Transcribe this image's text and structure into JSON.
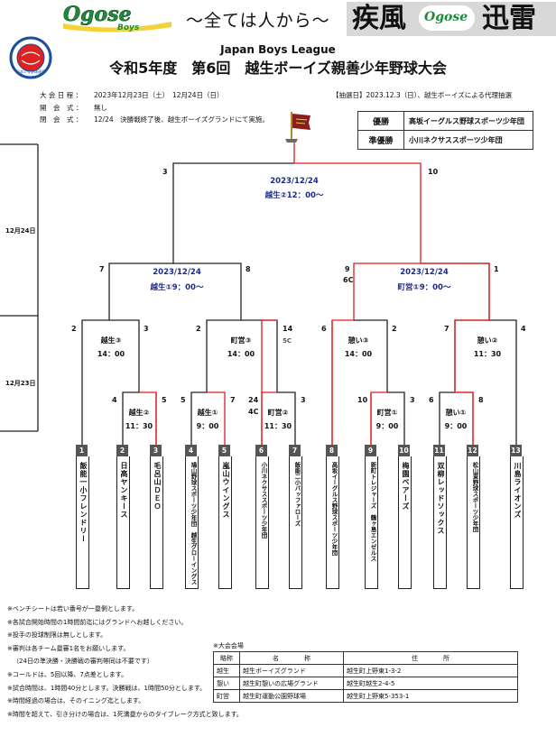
{
  "header": {
    "logo_text": "Ogose",
    "logo_sub": "Boys",
    "slogan": "〜全ては人から〜",
    "banner_left": "疾風",
    "banner_mid": "Ogose",
    "banner_right": "迅雷",
    "seal_text": "日本少年野球連盟",
    "league": "Japan Boys League",
    "title": "令和5年度　第6回　越生ボーイズ親善少年野球大会"
  },
  "info": {
    "date_label": "大 会 日 程 ：",
    "date_value": "2023年12月23日（土）　12月24日（日）",
    "opening_label": "開　会　式 ：",
    "opening_value": "無し",
    "closing_label": "閉　会　式 ：",
    "closing_value": "12/24　決勝戦終了後、越生ボーイズグランドにて実施。",
    "draw_note": "【抽選日】2023.12.3（日）、越生ボーイズによる代理抽選"
  },
  "winners": [
    {
      "key": "優勝",
      "value": "高坂イーグルス野球スポーツ少年団"
    },
    {
      "key": "準優勝",
      "value": "小川ネクサススポーツ少年団"
    }
  ],
  "days": {
    "d24": "12月24日",
    "d23": "12月23日"
  },
  "final": {
    "date": "2023/12/24",
    "venue": "越生②12：00〜",
    "left_score": "3",
    "right_score": "10"
  },
  "semis": [
    {
      "date": "2023/12/24",
      "venue": "越生①9：00〜",
      "left_score": "7",
      "right_score": "8"
    },
    {
      "date": "2023/12/24",
      "venue": "町営①9：00〜",
      "left_score": "9",
      "right_score": "1",
      "note": "6C"
    }
  ],
  "r2": [
    {
      "venue": "越生③",
      "time": "14：00",
      "left_score": "2",
      "right_score": "3"
    },
    {
      "venue": "町営③",
      "time": "14：00",
      "left_score": "2",
      "right_score": "14",
      "note": "5C"
    },
    {
      "venue": "憩い③",
      "time": "14：00",
      "left_score": "6",
      "right_score": "2"
    },
    {
      "venue": "憩い②",
      "time": "11：30",
      "left_score": "7",
      "right_score": "4"
    }
  ],
  "r1": [
    {
      "venue": "越生②",
      "time": "11：30",
      "left_score": "4",
      "right_score": "5"
    },
    {
      "venue": "越生①",
      "time": "9：00",
      "left_score": "5",
      "right_score": "7"
    },
    {
      "venue": "町営②",
      "time": "11：30",
      "left_score": "24",
      "right_score": "3",
      "note": "4C"
    },
    {
      "venue": "町営①",
      "time": "9：00",
      "left_score": "10",
      "right_score": "3"
    },
    {
      "venue": "憩い①",
      "time": "9：00",
      "left_score": "6",
      "right_score": "8"
    }
  ],
  "teams": [
    {
      "no": "1",
      "name": "飯能一小フレンドリー"
    },
    {
      "no": "2",
      "name": "日高ヤンキース"
    },
    {
      "no": "3",
      "name": "毛呂山ＤＥＯ"
    },
    {
      "no": "4",
      "name": "鳩山野球スポーツ少年団　越生グローイングス"
    },
    {
      "no": "5",
      "name": "嵐山ウイングス"
    },
    {
      "no": "6",
      "name": "小川ネクサススポーツ少年団"
    },
    {
      "no": "7",
      "name": "飯能二小バッファローズ"
    },
    {
      "no": "8",
      "name": "高坂イーグルス野球スポーツ少年団"
    },
    {
      "no": "9",
      "name": "新町トレジャーズ　鶴ヶ島エンゼルス"
    },
    {
      "no": "10",
      "name": "梅園ベアーズ"
    },
    {
      "no": "11",
      "name": "双柳レッドソックス"
    },
    {
      "no": "12",
      "name": "松山東野球スポーツ少年団"
    },
    {
      "no": "13",
      "name": "川島ライオンズ"
    }
  ],
  "notes": [
    "※ベンチシートは若い番号が一塁側とします。",
    "※各試合開始時間の1時間前迄にはグランドへお越しください。",
    "※投手の投球制限は無しとします。",
    "※審判は各チーム塁審1名をお願いします。",
    "（24日の準決勝・決勝戦の審判帯同は不要です）",
    "※コールドは、5回以降、7点差とします。",
    "※試合時間は、1時間40分とします。決勝戦は、1時間50分とします。",
    "※時間経過の場合は、そのイニング迄とします。",
    "※時間を超えて、引き分けの場合は、1死満塁からのタイブレーク方式と致します。"
  ],
  "venues": {
    "title": "※大会会場",
    "headers": [
      "略称",
      "名　　　　称",
      "住　　　　所"
    ],
    "rows": [
      [
        "越生",
        "越生ボーイズグランド",
        "越生町上野東1-3-2"
      ],
      [
        "憩い",
        "越生町憩いの広場グランド",
        "越生町越生2-4-5"
      ],
      [
        "町営",
        "越生町運動公園野球場",
        "越生町上野東5-353-1"
      ]
    ]
  },
  "colors": {
    "win_line": "#e31b1b",
    "normal_line": "#222222",
    "date_blue": "#1a2b8a"
  }
}
